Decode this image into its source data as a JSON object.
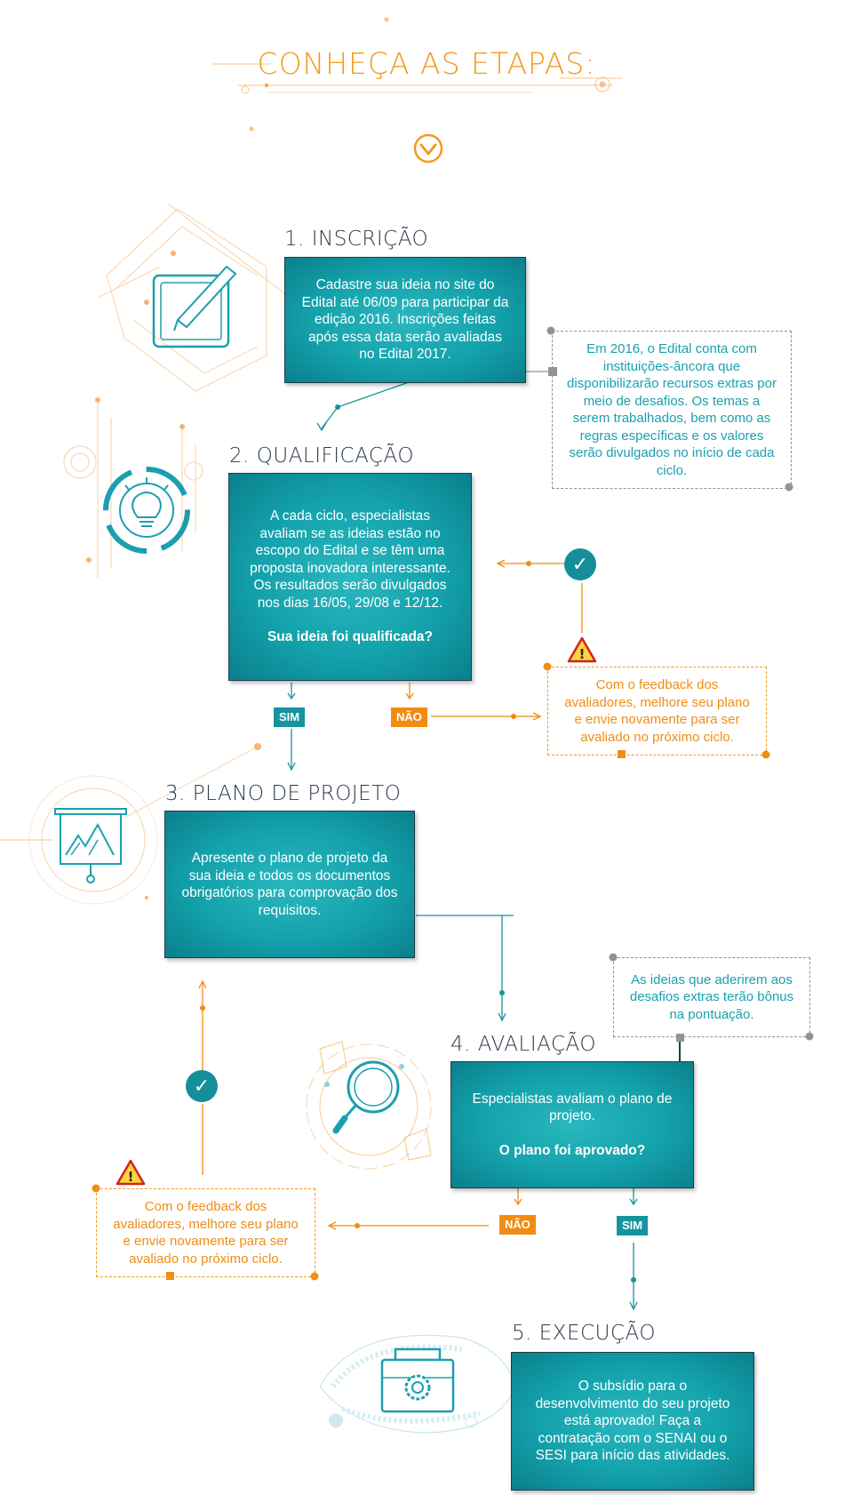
{
  "header": {
    "title": "CONHEÇA AS ETAPAS:",
    "accent_color": "#f39a1f",
    "icon": "chevron-down-icon"
  },
  "steps": [
    {
      "title": "1. INSCRIÇÃO",
      "text": "Cadastre sua ideia no site do Edital até 06/09 para participar da edição 2016. Inscrições feitas após essa data serão avaliadas no Edital 2017.",
      "icon": "pencil-edit-icon"
    },
    {
      "title": "2. QUALIFICAÇÃO",
      "text": "A cada ciclo, especialistas avaliam se as ideias estão no escopo do Edital e se têm uma proposta inovadora interessante. Os resultados serão divulgados nos dias 16/05, 29/08 e 12/12.",
      "question": "Sua ideia foi qualificada?",
      "icon": "lightbulb-icon"
    },
    {
      "title": "3. PLANO DE PROJETO",
      "text": "Apresente o plano de projeto da sua ideia e todos os documentos obrigatórios para comprovação dos requisitos.",
      "icon": "presentation-board-icon"
    },
    {
      "title": "4. AVALIAÇÃO",
      "text": "Especialistas avaliam o plano de projeto.",
      "question": "O plano foi aprovado?",
      "icon": "magnifier-icon"
    },
    {
      "title": "5. EXECUÇÃO",
      "text": "O subsídio para o desenvolvimento do seu projeto está aprovado! Faça a contratação com o SENAI ou o SESI para início das atividades.",
      "icon": "briefcase-gear-icon"
    }
  ],
  "notes": {
    "anchor_institutions": "Em 2016, o Edital conta com instituições-âncora que disponibilizarão recursos extras por meio de desafios. Os temas a serem trabalhados, bem como as regras específicas e os valores serão divulgados no início de cada ciclo.",
    "feedback_qualification": "Com o feedback dos avaliadores, melhore seu plano e envie novamente para ser avaliado no próximo ciclo.",
    "bonus": "As ideias que aderirem aos desafios extras terão bônus na pontuação.",
    "feedback_evaluation": "Com o feedback dos avaliadores, melhore seu plano e envie novamente para ser avaliado no próximo ciclo."
  },
  "labels": {
    "yes": "SIM",
    "no": "NÃO"
  },
  "colors": {
    "teal": "#15949f",
    "orange": "#f18c12",
    "gray": "#8e9498",
    "dark": "#2b3a4a"
  }
}
